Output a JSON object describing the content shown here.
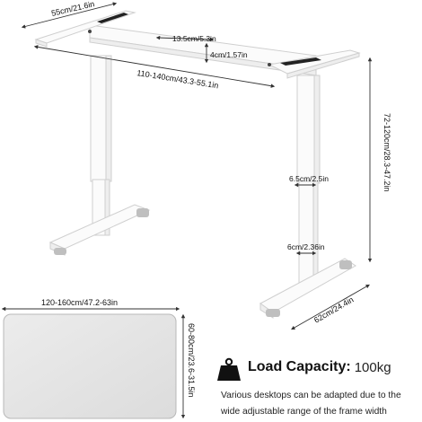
{
  "dimensions": {
    "depth_top": "55cm/21.6in",
    "crossbar_width": "13.5cm/5.3in",
    "crossbar_height": "4cm/1.57in",
    "width_range": "110-140cm/43.3-55.1in",
    "height_range": "72-120cm/28.3-47.2in",
    "column_upper": "6.5cm/2.5in",
    "column_lower": "6cm/2.36in",
    "foot_length": "62cm/24.4in",
    "desktop_width": "120-160cm/47.2-63in",
    "desktop_depth": "60-80cm/23.6-31.5in"
  },
  "load": {
    "label": "Load Capacity",
    "separator": ":",
    "value": "100kg",
    "icon": "weight-icon"
  },
  "note": "Various desktops can be adapted due to the wide adjustable range of the frame width",
  "colors": {
    "frame": "#fbfbfb",
    "frame_edge": "#cfcfcf",
    "desktop": "#e6e6e6",
    "text": "#111111"
  }
}
